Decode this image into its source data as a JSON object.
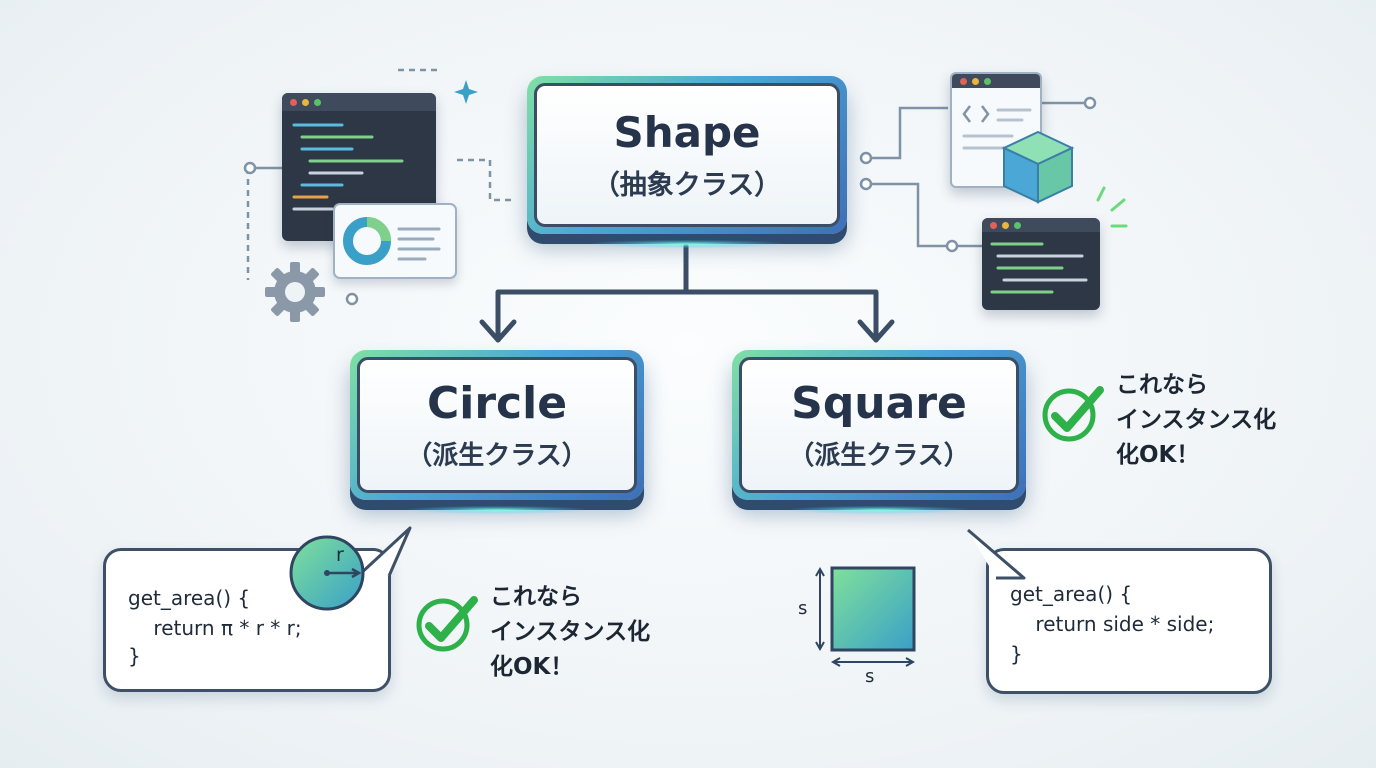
{
  "root_class": {
    "name": "Shape",
    "kind": "（抽象クラス）"
  },
  "derived_classes": [
    {
      "name": "Circle",
      "kind": "（派生クラス）"
    },
    {
      "name": "Square",
      "kind": "（派生クラス）"
    }
  ],
  "circle_code": [
    "get_area() {",
    "    return π * r * r;",
    "}"
  ],
  "square_code": [
    "get_area() {",
    "    return side * side;",
    "}"
  ],
  "ok_message": [
    "これなら",
    "インスタンス化",
    "化OK！"
  ],
  "ok_message_right": [
    "これなら",
    "インスタンス化",
    "化OK！"
  ],
  "circle_label": "r",
  "square_side_label": "s",
  "square_bottom_label": "s",
  "colors": {
    "accent_green": "#2fb14a",
    "dark_navy": "#3b4e66",
    "teal": "#4aa7d6"
  },
  "icons": [
    "code-window-icon",
    "chart-window-icon",
    "gear-icon",
    "cube-icon",
    "sparkle-icon",
    "check-icon"
  ]
}
